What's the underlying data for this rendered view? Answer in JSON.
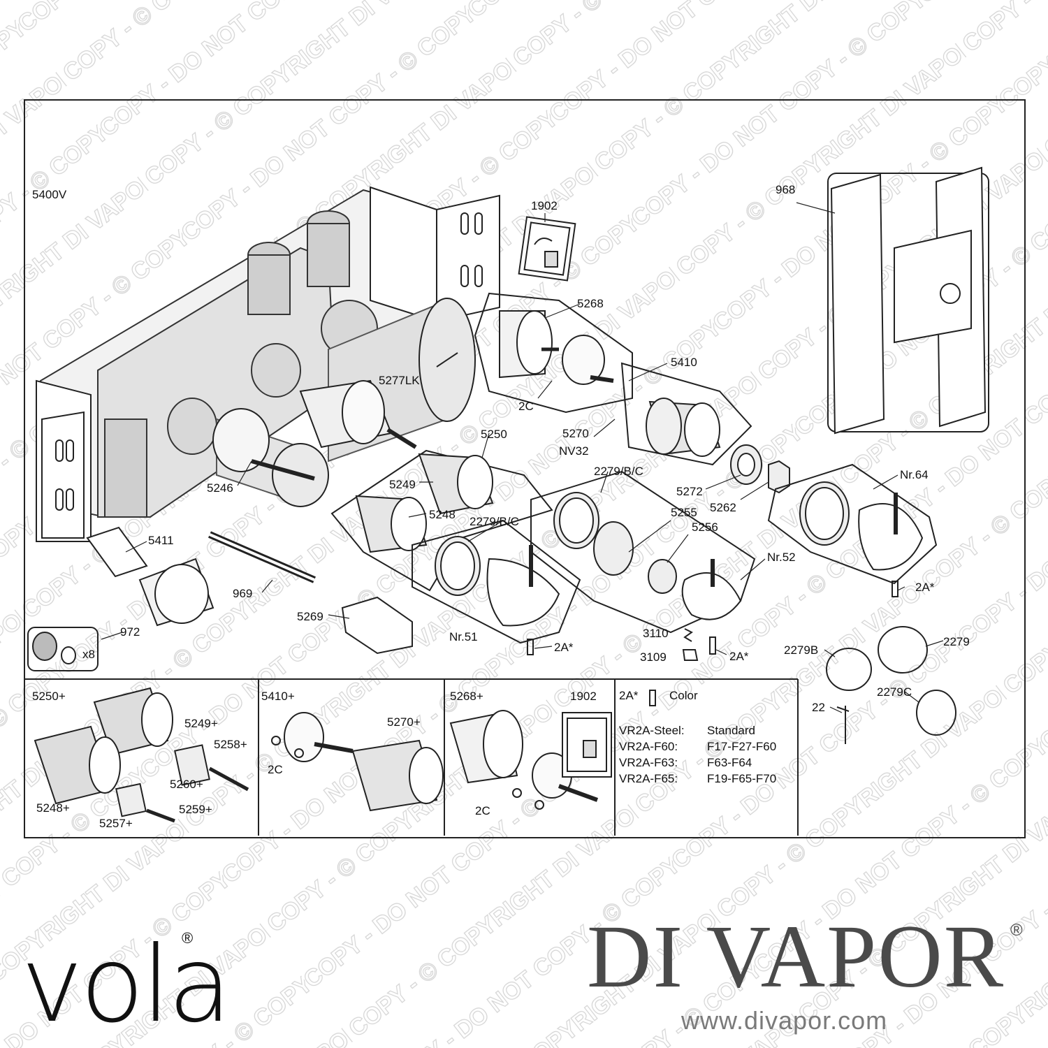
{
  "watermark": {
    "text": "COPY - DO NOT COPY - © COPYRIGHT DI VAPOR ® -"
  },
  "labels": {
    "model": "5400V",
    "p1902": "1902",
    "p968": "968",
    "p5268": "5268",
    "p5277lk": "5277LK",
    "p5410": "5410",
    "p2c_top": "2C",
    "p5270": "5270",
    "nv32": "NV32",
    "p5250": "5250",
    "p5249": "5249",
    "p5248": "5248",
    "p5246": "5246",
    "p2279bc_a": "2279/B/C",
    "p2279bc_b": "2279/B/C",
    "p5272": "5272",
    "p5262": "5262",
    "nr64": "Nr.64",
    "p5255": "5255",
    "p5256": "5256",
    "nr52": "Nr.52",
    "p5411": "5411",
    "p969": "969",
    "p5269": "5269",
    "nr51": "Nr.51",
    "p972": "972",
    "x8": "x8",
    "p2a_1": "2A*",
    "p2a_2": "2A*",
    "p2a_3": "2A*",
    "p3110": "3110",
    "p3109": "3109",
    "p2279b": "2279B",
    "p2279": "2279",
    "p2279c": "2279C",
    "p22": "22"
  },
  "kits": {
    "k5250": {
      "title": "5250+",
      "p5249": "5249+",
      "p5258": "5258+",
      "p5260": "5260+",
      "p5248": "5248+",
      "p5259": "5259+",
      "p5257": "5257+"
    },
    "k5410": {
      "title": "5410+",
      "p5270": "5270+",
      "p2c": "2C"
    },
    "k5268": {
      "title": "5268+",
      "p1902": "1902",
      "p2c": "2C"
    }
  },
  "legend": {
    "key": "2A*",
    "heading": "Color",
    "rows": [
      {
        "code": "VR2A-Steel:",
        "value": "Standard"
      },
      {
        "code": "VR2A-F60:",
        "value": "F17-F27-F60"
      },
      {
        "code": "VR2A-F63:",
        "value": "F63-F64"
      },
      {
        "code": "VR2A-F65:",
        "value": "F19-F65-F70"
      }
    ]
  },
  "brand": {
    "vola": "vola",
    "vola_reg": "®",
    "divapor": "DI VAPOR",
    "divapor_reg": "®",
    "url": "www.divapor.com"
  }
}
